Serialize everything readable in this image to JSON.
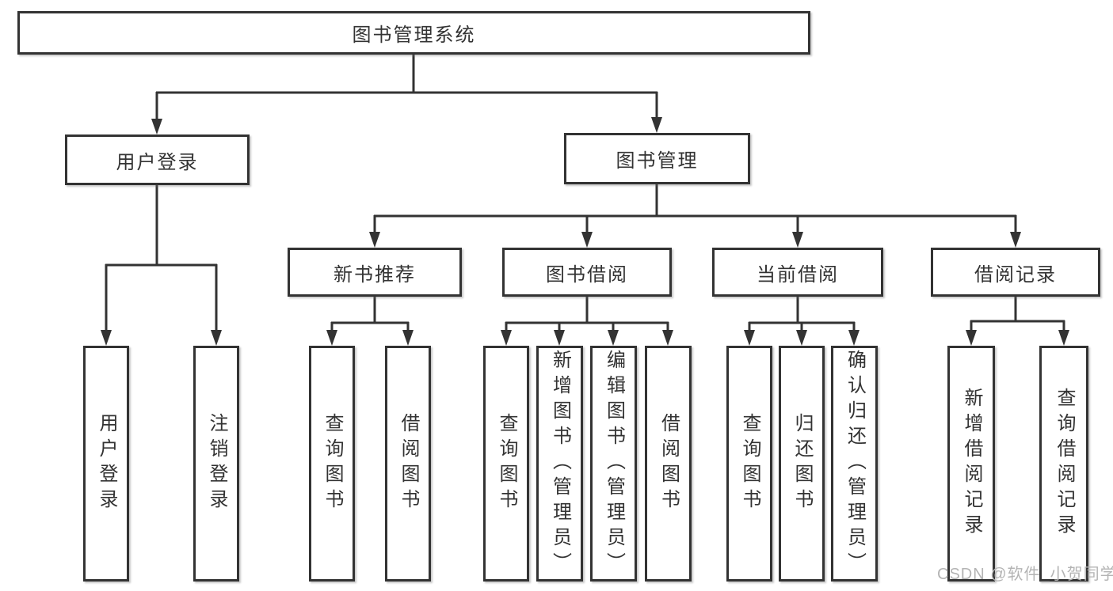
{
  "diagram": {
    "root": {
      "label": "图书管理系统"
    },
    "level2": [
      {
        "label": "用户登录"
      },
      {
        "label": "图书管理"
      }
    ],
    "level3": [
      {
        "label": "新书推荐"
      },
      {
        "label": "图书借阅"
      },
      {
        "label": "当前借阅"
      },
      {
        "label": "借阅记录"
      }
    ],
    "leaves": {
      "user_login": [
        {
          "label": "用户登录"
        },
        {
          "label": "注销登录"
        }
      ],
      "new_book": [
        {
          "label": "查询图书"
        },
        {
          "label": "借阅图书"
        }
      ],
      "book_borrow": [
        {
          "label": "查询图书"
        },
        {
          "label": "新增图书（管理员）"
        },
        {
          "label": "编辑图书（管理员）"
        },
        {
          "label": "借阅图书"
        }
      ],
      "current_borrow": [
        {
          "label": "查询图书"
        },
        {
          "label": "归还图书"
        },
        {
          "label": "确认归还（管理员）"
        }
      ],
      "borrow_record": [
        {
          "label": "新增借阅记录"
        },
        {
          "label": "查询借阅记录"
        }
      ]
    },
    "watermark": "CSDN @软件_小贺同学",
    "colors": {
      "line": "#333333",
      "box_border": "#333333",
      "box_background": "#ffffff",
      "text": "#333333",
      "watermark": "#b4b4b4",
      "background": "#ffffff"
    }
  }
}
